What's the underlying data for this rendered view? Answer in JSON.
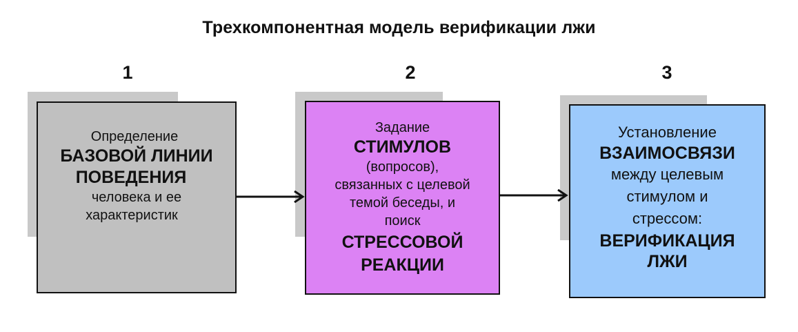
{
  "title": "Трехкомпонентная модель верификации лжи",
  "steps": [
    {
      "number": "1",
      "lines": [
        "Определение",
        "БАЗОВОЙ ЛИНИИ",
        "ПОВЕДЕНИЯ",
        "человека и ее",
        "характеристик"
      ],
      "color": "#c0c0c0"
    },
    {
      "number": "2",
      "lines": [
        "Задание",
        "СТИМУЛОВ",
        "(вопросов),",
        "связанных с целевой",
        "темой беседы, и",
        "поиск",
        "СТРЕССОВОЙ",
        "РЕАКЦИИ"
      ],
      "color": "#dc82f4"
    },
    {
      "number": "3",
      "lines": [
        "Установление",
        "ВЗАИМОСВЯЗИ",
        "между целевым",
        "стимулом и",
        "стрессом:",
        "ВЕРИФИКАЦИЯ",
        "ЛЖИ"
      ],
      "color": "#9ccafc"
    }
  ],
  "shadow_color": "#c9c9c9"
}
